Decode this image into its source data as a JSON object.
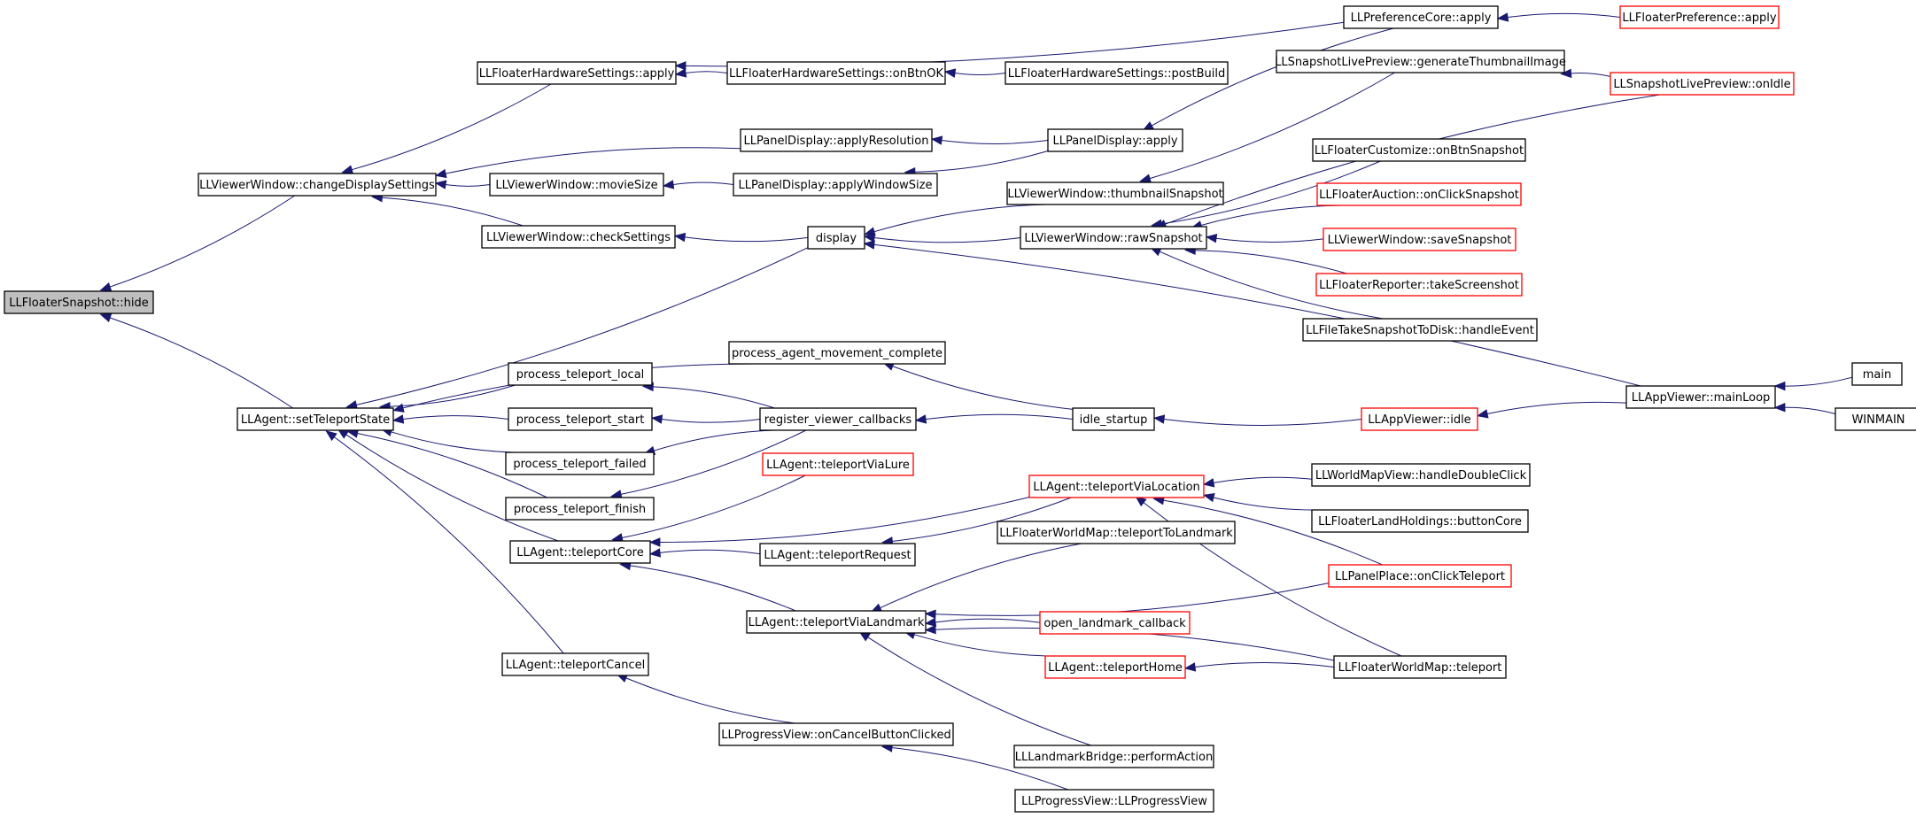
{
  "colors": {
    "edge": "#191970",
    "node_border": "#000000",
    "node_border_truncated": "#ff0000",
    "root_fill": "#bfbfbf",
    "node_fill": "#ffffff"
  },
  "nodes": [
    {
      "id": "hide",
      "label": "LLFloaterSnapshot::hide",
      "style": "root"
    },
    {
      "id": "changeDisplay",
      "label": "LLViewerWindow::changeDisplaySettings",
      "style": "normal"
    },
    {
      "id": "setTeleportState",
      "label": "LLAgent::setTeleportState",
      "style": "normal"
    },
    {
      "id": "hwApply",
      "label": "LLFloaterHardwareSettings::apply",
      "style": "normal"
    },
    {
      "id": "movieSize",
      "label": "LLViewerWindow::movieSize",
      "style": "normal"
    },
    {
      "id": "checkSettings",
      "label": "LLViewerWindow::checkSettings",
      "style": "normal"
    },
    {
      "id": "hwOnBtnOK",
      "label": "LLFloaterHardwareSettings::onBtnOK",
      "style": "normal"
    },
    {
      "id": "hwPostBuild",
      "label": "LLFloaterHardwareSettings::postBuild",
      "style": "normal"
    },
    {
      "id": "prefCoreApply",
      "label": "LLPreferenceCore::apply",
      "style": "normal"
    },
    {
      "id": "floaterPrefApply",
      "label": "LLFloaterPreference::apply",
      "style": "truncated"
    },
    {
      "id": "applyResolution",
      "label": "LLPanelDisplay::applyResolution",
      "style": "normal"
    },
    {
      "id": "panelDisplayApply",
      "label": "LLPanelDisplay::apply",
      "style": "normal"
    },
    {
      "id": "applyWindowSize",
      "label": "LLPanelDisplay::applyWindowSize",
      "style": "normal"
    },
    {
      "id": "genThumb",
      "label": "LLSnapshotLivePreview::generateThumbnailImage",
      "style": "normal"
    },
    {
      "id": "onIdle",
      "label": "LLSnapshotLivePreview::onIdle",
      "style": "truncated"
    },
    {
      "id": "thumbSnapshot",
      "label": "LLViewerWindow::thumbnailSnapshot",
      "style": "normal"
    },
    {
      "id": "display",
      "label": "display",
      "style": "normal"
    },
    {
      "id": "rawSnapshot",
      "label": "LLViewerWindow::rawSnapshot",
      "style": "normal"
    },
    {
      "id": "custOnBtnSnapshot",
      "label": "LLFloaterCustomize::onBtnSnapshot",
      "style": "normal"
    },
    {
      "id": "auctionOnClick",
      "label": "LLFloaterAuction::onClickSnapshot",
      "style": "truncated"
    },
    {
      "id": "saveSnapshot",
      "label": "LLViewerWindow::saveSnapshot",
      "style": "truncated"
    },
    {
      "id": "takeScreenshot",
      "label": "LLFloaterReporter::takeScreenshot",
      "style": "truncated"
    },
    {
      "id": "fileTakeSnapshot",
      "label": "LLFileTakeSnapshotToDisk::handleEvent",
      "style": "normal"
    },
    {
      "id": "agentMoveComplete",
      "label": "process_agent_movement_complete",
      "style": "normal"
    },
    {
      "id": "tpLocal",
      "label": "process_teleport_local",
      "style": "normal"
    },
    {
      "id": "tpStart",
      "label": "process_teleport_start",
      "style": "normal"
    },
    {
      "id": "tpFailed",
      "label": "process_teleport_failed",
      "style": "normal"
    },
    {
      "id": "tpFinish",
      "label": "process_teleport_finish",
      "style": "normal"
    },
    {
      "id": "regCallbacks",
      "label": "register_viewer_callbacks",
      "style": "normal"
    },
    {
      "id": "idleStartup",
      "label": "idle_startup",
      "style": "normal"
    },
    {
      "id": "appIdle",
      "label": "LLAppViewer::idle",
      "style": "truncated"
    },
    {
      "id": "mainLoop",
      "label": "LLAppViewer::mainLoop",
      "style": "normal"
    },
    {
      "id": "main",
      "label": "main",
      "style": "normal"
    },
    {
      "id": "winmain",
      "label": "WINMAIN",
      "style": "normal"
    },
    {
      "id": "tpViaLure",
      "label": "LLAgent::teleportViaLure",
      "style": "truncated"
    },
    {
      "id": "tpCore",
      "label": "LLAgent::teleportCore",
      "style": "normal"
    },
    {
      "id": "tpRequest",
      "label": "LLAgent::teleportRequest",
      "style": "normal"
    },
    {
      "id": "tpViaLocation",
      "label": "LLAgent::teleportViaLocation",
      "style": "truncated"
    },
    {
      "id": "wmHandleDblClick",
      "label": "LLWorldMapView::handleDoubleClick",
      "style": "normal"
    },
    {
      "id": "landHoldingsBtn",
      "label": "LLFloaterLandHoldings::buttonCore",
      "style": "normal"
    },
    {
      "id": "wmTpToLandmark",
      "label": "LLFloaterWorldMap::teleportToLandmark",
      "style": "normal"
    },
    {
      "id": "panelPlaceOnClick",
      "label": "LLPanelPlace::onClickTeleport",
      "style": "truncated"
    },
    {
      "id": "tpViaLandmark",
      "label": "LLAgent::teleportViaLandmark",
      "style": "normal"
    },
    {
      "id": "openLandmarkCb",
      "label": "open_landmark_callback",
      "style": "truncated"
    },
    {
      "id": "tpHome",
      "label": "LLAgent::teleportHome",
      "style": "truncated"
    },
    {
      "id": "wmTeleport",
      "label": "LLFloaterWorldMap::teleport",
      "style": "normal"
    },
    {
      "id": "tpCancel",
      "label": "LLAgent::teleportCancel",
      "style": "normal"
    },
    {
      "id": "progressCancel",
      "label": "LLProgressView::onCancelButtonClicked",
      "style": "normal"
    },
    {
      "id": "landmarkBridge",
      "label": "LLLandmarkBridge::performAction",
      "style": "normal"
    },
    {
      "id": "progressView",
      "label": "LLProgressView::LLProgressView",
      "style": "normal"
    }
  ],
  "edges": [
    [
      "changeDisplay",
      "hide"
    ],
    [
      "setTeleportState",
      "hide"
    ],
    [
      "hwApply",
      "changeDisplay"
    ],
    [
      "applyResolution",
      "changeDisplay"
    ],
    [
      "movieSize",
      "changeDisplay"
    ],
    [
      "checkSettings",
      "changeDisplay"
    ],
    [
      "prefCoreApply",
      "hwApply"
    ],
    [
      "hwOnBtnOK",
      "hwApply"
    ],
    [
      "hwPostBuild",
      "hwOnBtnOK"
    ],
    [
      "floaterPrefApply",
      "prefCoreApply"
    ],
    [
      "panelDisplayApply",
      "applyResolution"
    ],
    [
      "applyWindowSize",
      "movieSize"
    ],
    [
      "panelDisplayApply",
      "applyWindowSize"
    ],
    [
      "prefCoreApply",
      "panelDisplayApply"
    ],
    [
      "display",
      "checkSettings"
    ],
    [
      "thumbSnapshot",
      "display"
    ],
    [
      "rawSnapshot",
      "display"
    ],
    [
      "mainLoop",
      "display"
    ],
    [
      "genThumb",
      "thumbSnapshot"
    ],
    [
      "onIdle",
      "genThumb"
    ],
    [
      "custOnBtnSnapshot",
      "rawSnapshot"
    ],
    [
      "auctionOnClick",
      "rawSnapshot"
    ],
    [
      "saveSnapshot",
      "rawSnapshot"
    ],
    [
      "takeScreenshot",
      "rawSnapshot"
    ],
    [
      "fileTakeSnapshot",
      "rawSnapshot"
    ],
    [
      "onIdle",
      "rawSnapshot"
    ],
    [
      "display",
      "setTeleportState"
    ],
    [
      "agentMoveComplete",
      "setTeleportState"
    ],
    [
      "tpLocal",
      "setTeleportState"
    ],
    [
      "tpStart",
      "setTeleportState"
    ],
    [
      "tpFailed",
      "setTeleportState"
    ],
    [
      "tpFinish",
      "setTeleportState"
    ],
    [
      "tpCore",
      "setTeleportState"
    ],
    [
      "tpCancel",
      "setTeleportState"
    ],
    [
      "idleStartup",
      "agentMoveComplete"
    ],
    [
      "regCallbacks",
      "tpLocal"
    ],
    [
      "regCallbacks",
      "tpStart"
    ],
    [
      "regCallbacks",
      "tpFailed"
    ],
    [
      "regCallbacks",
      "tpFinish"
    ],
    [
      "idleStartup",
      "regCallbacks"
    ],
    [
      "appIdle",
      "idleStartup"
    ],
    [
      "mainLoop",
      "appIdle"
    ],
    [
      "main",
      "mainLoop"
    ],
    [
      "winmain",
      "mainLoop"
    ],
    [
      "tpViaLure",
      "tpCore"
    ],
    [
      "tpRequest",
      "tpCore"
    ],
    [
      "tpViaLocation",
      "tpCore"
    ],
    [
      "tpViaLandmark",
      "tpCore"
    ],
    [
      "tpViaLocation",
      "tpRequest"
    ],
    [
      "wmHandleDblClick",
      "tpViaLocation"
    ],
    [
      "landHoldingsBtn",
      "tpViaLocation"
    ],
    [
      "panelPlaceOnClick",
      "tpViaLocation"
    ],
    [
      "wmTeleport",
      "tpViaLocation"
    ],
    [
      "wmTpToLandmark",
      "tpViaLandmark"
    ],
    [
      "panelPlaceOnClick",
      "tpViaLandmark"
    ],
    [
      "openLandmarkCb",
      "tpViaLandmark"
    ],
    [
      "tpHome",
      "tpViaLandmark"
    ],
    [
      "wmTeleport",
      "tpViaLandmark"
    ],
    [
      "landmarkBridge",
      "tpViaLandmark"
    ],
    [
      "wmTeleport",
      "tpHome"
    ],
    [
      "progressCancel",
      "tpCancel"
    ],
    [
      "progressView",
      "progressCancel"
    ]
  ]
}
